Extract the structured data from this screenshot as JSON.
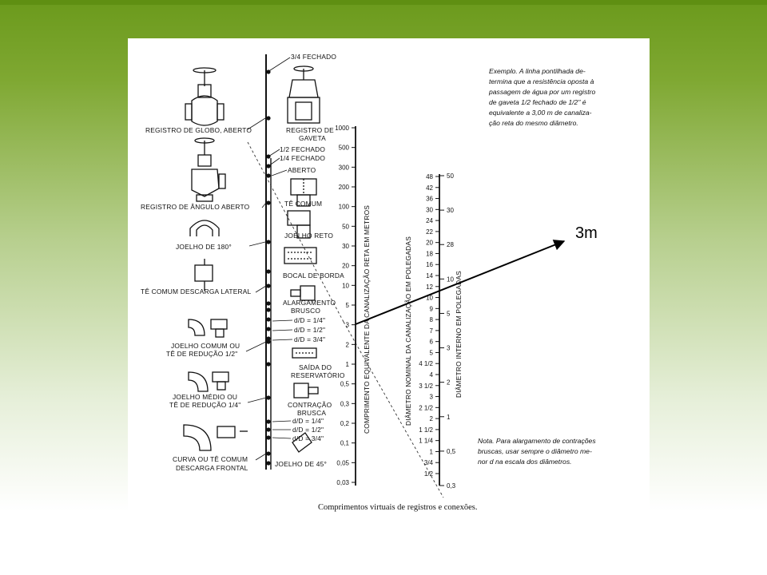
{
  "slide": {
    "accent_color": "#6b9a1c"
  },
  "annotation": {
    "label": "3m",
    "color": "#000000"
  },
  "labels": {
    "tres_quartos_fechado": "3/4 FECHADO",
    "meio_fechado": "1/2 FECHADO",
    "um_quarto_fechado": "1/4 FECHADO",
    "aberto": "ABERTO",
    "registro_globo": "REGISTRO DE GLOBO, ABERTO",
    "registro_gaveta_1": "REGISTRO DE",
    "registro_gaveta_2": "GAVETA",
    "registro_angulo": "REGISTRO DE ÂNGULO ABERTO",
    "te_comum": "TÊ COMUM",
    "joelho_reto": "JOELHO RETO",
    "joelho_180": "JOELHO DE 180°",
    "te_descarga_lateral": "TÊ COMUM DESCARGA LATERAL",
    "bocal_borda": "BOCAL DE BORDA",
    "alargamento_1": "ALARGAMENTO",
    "alargamento_2": "BRUSCO",
    "dD_14": "d/D = 1/4\"",
    "dD_12": "d/D = 1/2\"",
    "dD_34": "d/D = 3/4\"",
    "joelho_comum_1": "JOELHO COMUM OU",
    "joelho_comum_2": "TÊ DE REDUÇÃO 1/2\"",
    "saida_1": "SAÍDA DO",
    "saida_2": "RESERVATÓRIO",
    "joelho_medio_1": "JOELHO MÉDIO OU",
    "joelho_medio_2": "TÊ DE REDUÇÃO 1/4\"",
    "contracao_1": "CONTRAÇÃO",
    "contracao_2": "BRUSCA",
    "cdD_14": "d/D = 1/4\"",
    "cdD_12": "d/D = 1/2\"",
    "cdD_34": "d/D = 3/4\"",
    "curva_1": "CURVA OU TÊ COMUM",
    "curva_2": "DESCARGA FRONTAL",
    "joelho_45": "JOELHO DE 45°"
  },
  "axes": {
    "comprimento_title": "COMPRIMENTO EQUIVALENTE DA CANALIZAÇÃO RETA EM METROS",
    "nominal_title": "DIÂMETRO NOMINAL DA CANALIZAÇÃO EM POLEGADAS",
    "interno_title": "DIÂMETRO INTERNO EM POLEGADAS"
  },
  "scale_length": [
    "1000",
    "500",
    "300",
    "200",
    "100",
    "50",
    "30",
    "20",
    "10",
    "5",
    "3",
    "2",
    "1",
    "0,5",
    "0,3",
    "0,2",
    "0,1",
    "0,05",
    "0,03"
  ],
  "scale_nominal_left": [
    "48",
    "42",
    "36",
    "30",
    "24",
    "22",
    "20",
    "18",
    "16",
    "14",
    "12",
    "10",
    "9",
    "8",
    "7",
    "6",
    "5",
    "4 1/2",
    "4",
    "3 1/2",
    "3",
    "2 1/2",
    "2",
    "1 1/2",
    "1 1/4",
    "1",
    "3/4",
    "1/2"
  ],
  "scale_interno_right": [
    "50",
    "30",
    "28",
    "10",
    "5",
    "3",
    "2",
    "1",
    "0,5",
    "0,3"
  ],
  "example_text": [
    "Exemplo. A linha pontilhada de-",
    "termina que a resistência oposta à",
    "passagem de água por um registro",
    "de gaveta 1/2 fechado de 1/2\" é",
    "equivalente a 3,00 m de canaliza-",
    "ção reta do mesmo diâmetro."
  ],
  "note_text": [
    "Nota. Para alargamento de contrações",
    "bruscas, usar sempre o diâmetro me-",
    "nor d na escala dos diâmetros."
  ],
  "caption": "Comprimentos virtuais de registros e conexões."
}
